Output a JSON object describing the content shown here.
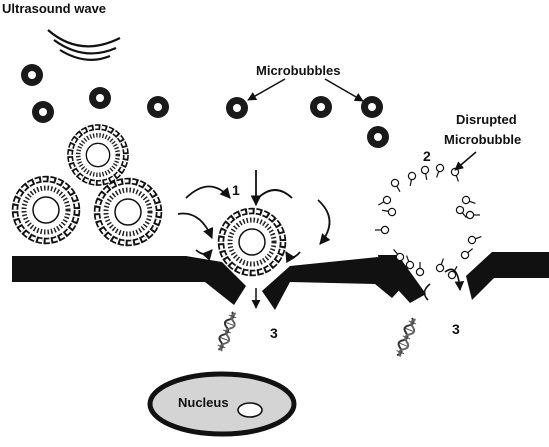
{
  "labels": {
    "ultrasound": "Ultrasound wave",
    "microbubbles": "Microbubbles",
    "disrupted_line1": "Disrupted",
    "disrupted_line2": "Microbubble",
    "nucleus": "Nucleus"
  },
  "step_numbers": {
    "step1": "1",
    "step2": "2",
    "step3a": "3",
    "step3b": "3"
  },
  "colors": {
    "ink": "#111111",
    "membrane": "#1a1a1a",
    "background": "#ffffff"
  }
}
